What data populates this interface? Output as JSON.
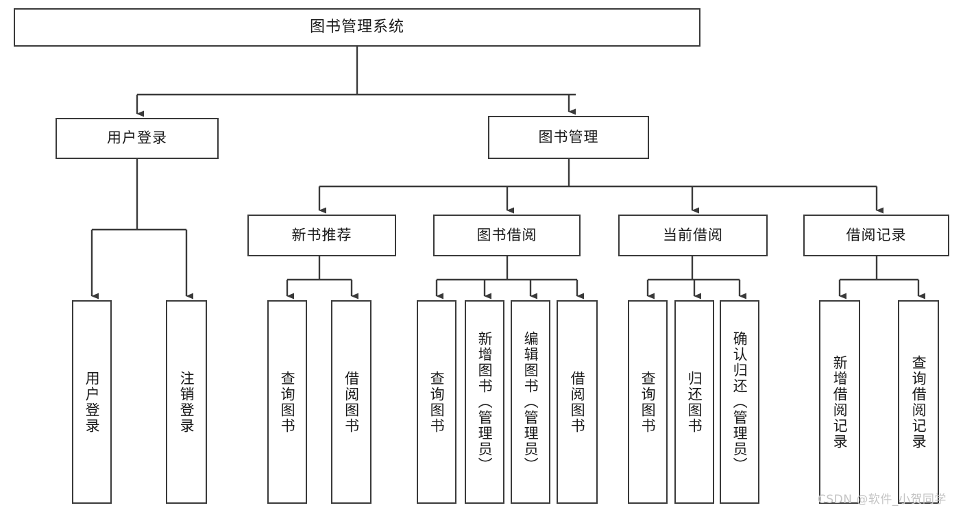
{
  "diagram": {
    "title_node": {
      "label": "图书管理系统"
    },
    "level2": [
      {
        "id": "user-login",
        "label": "用户登录"
      },
      {
        "id": "book-manage",
        "label": "图书管理"
      }
    ],
    "level3": [
      {
        "id": "new-book-recommend",
        "label": "新书推荐"
      },
      {
        "id": "book-borrow",
        "label": "图书借阅"
      },
      {
        "id": "current-borrow",
        "label": "当前借阅"
      },
      {
        "id": "borrow-record",
        "label": "借阅记录"
      }
    ],
    "leaves": [
      {
        "id": "leaf-user-login",
        "label": "用户登录",
        "parent": "user-login"
      },
      {
        "id": "leaf-logout-login",
        "label": "注销登录",
        "parent": "user-login"
      },
      {
        "id": "leaf-query-book-1",
        "label": "查询图书",
        "parent": "new-book-recommend"
      },
      {
        "id": "leaf-borrow-book-1",
        "label": "借阅图书",
        "parent": "new-book-recommend"
      },
      {
        "id": "leaf-query-book-2",
        "label": "查询图书",
        "parent": "book-borrow"
      },
      {
        "id": "leaf-add-book-admin",
        "label": "新增图书（管理员）",
        "parent": "book-borrow"
      },
      {
        "id": "leaf-edit-book-admin",
        "label": "编辑图书（管理员）",
        "parent": "book-borrow"
      },
      {
        "id": "leaf-borrow-book-2",
        "label": "借阅图书",
        "parent": "book-borrow"
      },
      {
        "id": "leaf-query-book-3",
        "label": "查询图书",
        "parent": "current-borrow"
      },
      {
        "id": "leaf-return-book",
        "label": "归还图书",
        "parent": "current-borrow"
      },
      {
        "id": "leaf-confirm-return-admin",
        "label": "确认归还（管理员）",
        "parent": "current-borrow"
      },
      {
        "id": "leaf-add-borrow-record",
        "label": "新增借阅记录",
        "parent": "borrow-record"
      },
      {
        "id": "leaf-query-borrow-record",
        "label": "查询借阅记录",
        "parent": "borrow-record"
      }
    ],
    "colors": {
      "border": "#3a3a3a",
      "connector": "#3a3a3a",
      "text": "#1a1a1a",
      "background": "#ffffff",
      "watermark": "#c4c4c4"
    }
  },
  "watermark": {
    "text": "CSDN @软件_小贺同学"
  }
}
